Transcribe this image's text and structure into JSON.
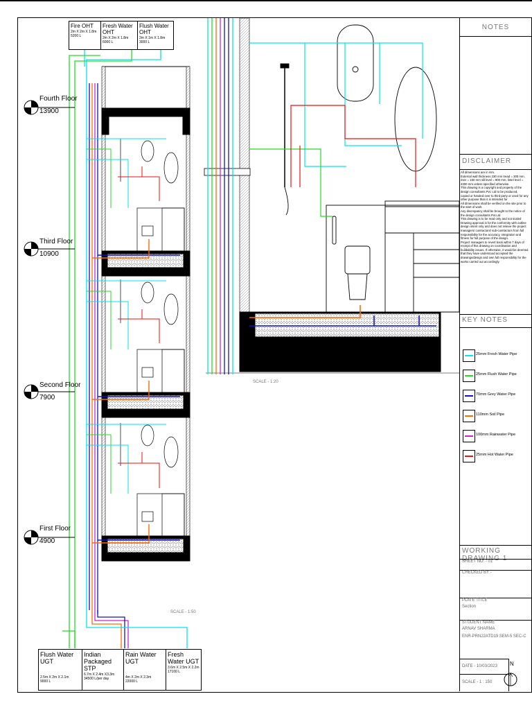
{
  "tanks": [
    {
      "title": "Fire OHT",
      "dims": "2m X 2m X 1.8m",
      "cap": "5200 L"
    },
    {
      "title": "Fresh Water OHT",
      "dims": "2m X 2m X 1.8m",
      "cap": "6000 L"
    },
    {
      "title": "Flush Water OHT",
      "dims": "2m X 1m X 1.8m",
      "cap": "3000 L"
    }
  ],
  "ugts": [
    {
      "title": "Flush Water UGT",
      "dims": "2.5m X 2m X 2.1m",
      "cap": "9000 L"
    },
    {
      "title": "Indian Packaged STP",
      "dims": "6.7m X 2.4m X3.3m",
      "cap": "34500 L/per day"
    },
    {
      "title": "Rain Water UGT",
      "dims": "4m X 2m X 2.3m",
      "cap": "22000 L"
    },
    {
      "title": "Fresh Water UGT",
      "dims": "3.6m X 2.5m X 2.2m",
      "cap": "17100 L"
    }
  ],
  "levels": [
    {
      "name": "Fourth Floor",
      "elev": "13900"
    },
    {
      "name": "Third Floor",
      "elev": "10900"
    },
    {
      "name": "Second Floor",
      "elev": "7900"
    },
    {
      "name": "First Floor",
      "elev": "4900"
    }
  ],
  "scales": {
    "detail": "SCALE - 1:20",
    "section": "SCALE - 1:50"
  },
  "notes": {
    "heading": "NOTES"
  },
  "disclaimer": {
    "heading": "DISCLAIMER",
    "lines": [
      "All dimensions are in mm.",
      "External wall thickness 230 mm tread = 300 mm,",
      "riser = 150 mm sill level = 900 mm, lintel level =",
      "2300 mm unless specified otherwise.",
      "This drawing is a copyright and property of the",
      "design consultants Pvt. Ltd to be produced,",
      "copied or handed over to third party or used for any",
      "other purpose than it is intended for",
      "All dimensions shall be verified on the site prior to",
      "the start of work",
      "Any discrepancy shall be brought to the notice of",
      "the design consultants Pvt.Ltd",
      "This drawing is to be read only and not scaled",
      "Drawing approval is for the conformity with outline",
      "design intent only and does not relieve the project",
      "managers/ contractors/ sub-contractors from full",
      "responsibility for the accuracy, integration and",
      "fitness for full purpose of the design.",
      "Project managers to revert back within 7 days of",
      "receipt of this drawing on coordination and",
      "buildability issues. If otherwise, it would be deemed",
      "that they have understood accepted the",
      "drawings/design and own full responsibility for the",
      "works carried out accordingly."
    ]
  },
  "key_notes": {
    "heading": "KEY NOTES",
    "items": [
      {
        "label": "25mm Fresh Water Pipe",
        "color": "#00e5ee"
      },
      {
        "label": "25mm Flush Water Pipe",
        "color": "#22dd22"
      },
      {
        "label": "70mm Grey Water Pipe",
        "color": "#1010cc"
      },
      {
        "label": "110mm Soil Pipe",
        "color": "#ff6a00"
      },
      {
        "label": "100mm Rainwater Pipe",
        "color": "#cc22cc"
      },
      {
        "label": "25mm Hot Water Pipe",
        "color": "#ee1111"
      }
    ]
  },
  "title_block": {
    "drawing": "WORKING DRAWING 1",
    "sheet": "SHEET NO. - 01",
    "checked": "CHECKED BY -",
    "plate_title_label": "PLATE TITLE",
    "plate_title": "Section",
    "student_label": "STUDENT NAME",
    "student": "ARNAV SHARMA",
    "enrol": "ENR-PRN22ATD19 SEM-5 SEC-C",
    "date": "DATE - 10/03/2023",
    "scale": "SCALE - 1 : 150",
    "north": "N"
  },
  "colors": {
    "fresh": "#00e5ee",
    "flush": "#22dd22",
    "grey": "#1010cc",
    "soil": "#ff6a00",
    "rain": "#cc22cc",
    "hot": "#ee1111"
  }
}
